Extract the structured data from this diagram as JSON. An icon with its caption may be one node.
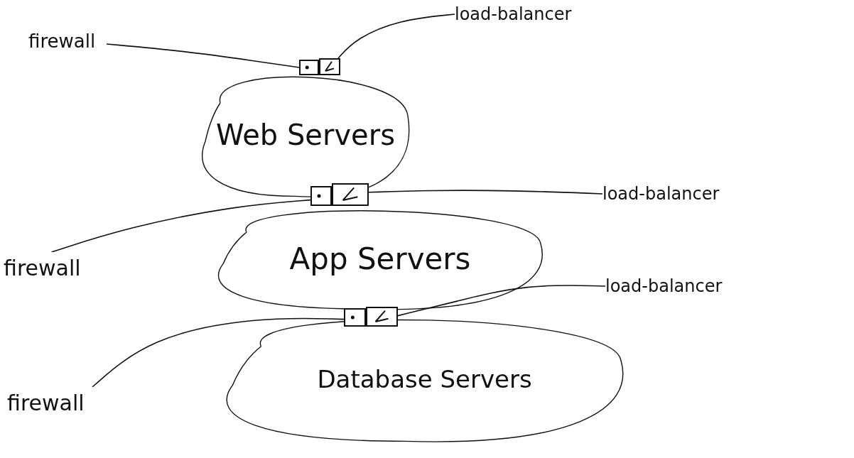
{
  "diagram": {
    "nodes": [
      {
        "text": [
          "load-balancer"
        ]
      },
      {
        "text": [
          "firewall"
        ]
      },
      {
        "text": [],
        "shape": "box"
      },
      {
        "text": [],
        "shape": "box"
      },
      {
        "text": [
          "Web Servers"
        ]
      },
      {
        "text": [
          "load-balancer"
        ]
      },
      {
        "text": [],
        "shape": "box"
      },
      {
        "text": [],
        "shape": "box"
      },
      {
        "text": [
          "firewall"
        ]
      },
      {
        "text": [
          "App Servers"
        ]
      },
      {
        "text": [
          "load-balancer"
        ]
      },
      {
        "text": [],
        "shape": "box"
      },
      {
        "text": [],
        "shape": "box"
      },
      {
        "text": [
          "firewall"
        ]
      },
      {
        "text": [
          "Database Servers"
        ]
      }
    ],
    "edges": [
      {
        "from": 0,
        "to": 3,
        "arrow": "none"
      },
      {
        "from": 1,
        "to": 2,
        "arrow": "none"
      },
      {
        "from": 5,
        "to": 7,
        "arrow": "none"
      },
      {
        "from": 8,
        "to": 6,
        "arrow": "none"
      },
      {
        "from": 10,
        "to": 12,
        "arrow": "none"
      },
      {
        "from": 13,
        "to": 11,
        "arrow": "none"
      }
    ]
  }
}
